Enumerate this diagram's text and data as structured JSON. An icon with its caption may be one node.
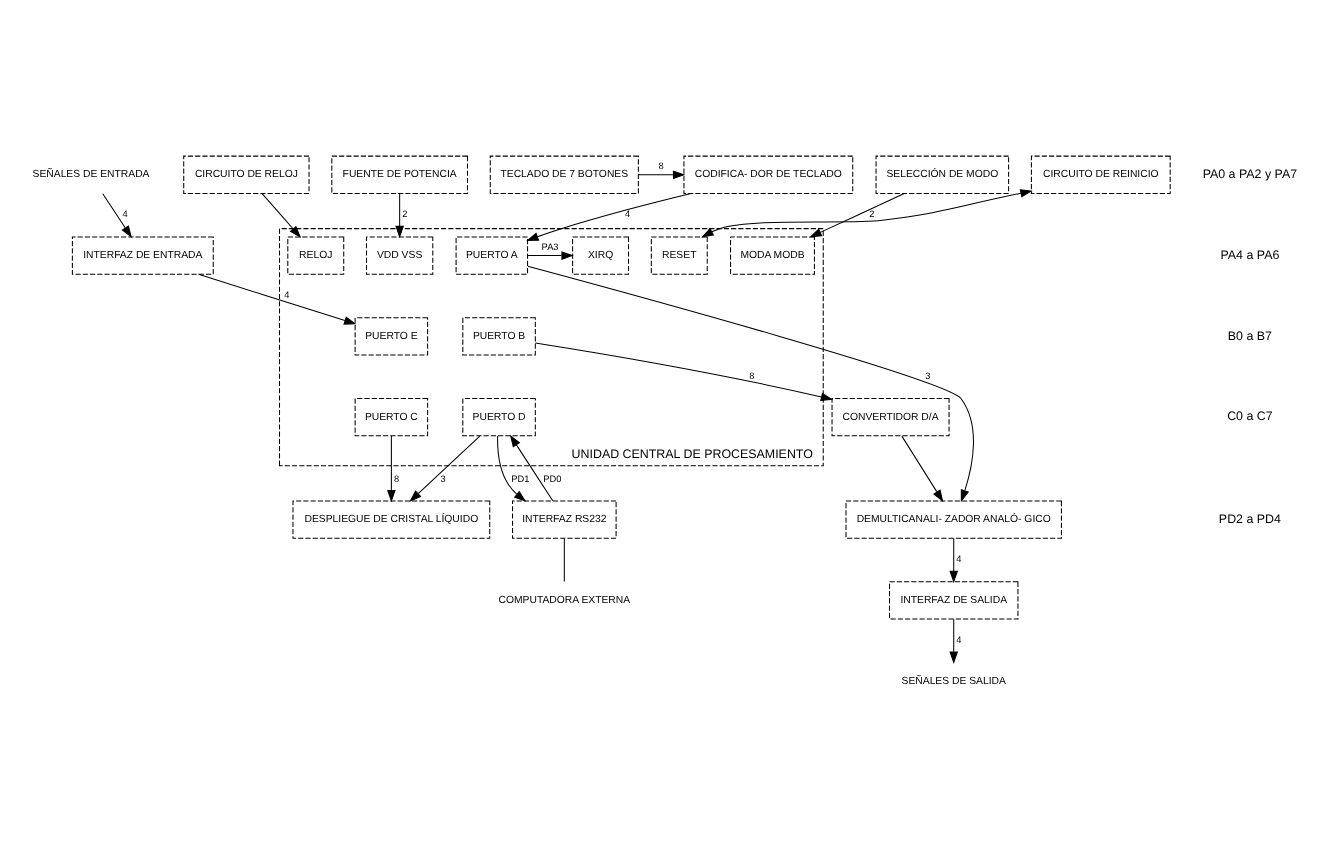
{
  "diagram": {
    "nodes": [
      {
        "text": [
          "FUENTE DE POTENCIA"
        ]
      },
      {
        "text": [
          "CIRCUITO DE REINICIO"
        ]
      },
      {
        "text": [
          "SELECCIÓN DE MODO"
        ]
      },
      {
        "text": [
          "CIRCUITO DE RELOJ"
        ]
      },
      {
        "text": [
          "CODIFICA- DOR DE TECLADO"
        ]
      },
      {
        "text": [
          "TECLADO DE 7 BOTONES"
        ]
      },
      {
        "text": [
          "INTERFAZ DE ENTRADA"
        ]
      },
      {
        "text": [
          "UNIDAD CENTRAL DE PROCESAMIENTO"
        ]
      },
      {
        "text": [
          "PUERTO E"
        ],
        "in": 7
      },
      {
        "text": [
          "VDD VSS"
        ],
        "in": 7
      },
      {
        "text": [
          "RESET"
        ],
        "in": 7
      },
      {
        "text": [
          "MODA MODB"
        ],
        "in": 7
      },
      {
        "text": [
          "RELOJ"
        ],
        "in": 7
      },
      {
        "text": [
          "XIRQ"
        ],
        "in": 7
      },
      {
        "text": [
          "PUERTO A"
        ],
        "in": 7
      },
      {
        "text": [
          "PUERTO B"
        ],
        "in": 7
      },
      {
        "text": [
          "PUERTO C"
        ],
        "in": 7
      },
      {
        "text": [
          "PUERTO D"
        ],
        "in": 7
      },
      {
        "text": [
          "CONVERTIDOR D/A"
        ]
      },
      {
        "text": [
          "DEMULTICANALI- ZADOR ANALÓ- GICO"
        ]
      },
      {
        "text": [
          "DESPLIEGUE DE CRISTAL LÍQUIDO"
        ]
      },
      {
        "text": [
          "INTERFAZ RS232"
        ]
      },
      {
        "text": [
          "INTERFAZ DE SALIDA"
        ]
      },
      {
        "text": [
          "SEÑALES DE ENTRADA"
        ]
      },
      {
        "text": [
          "COMPUTADORA EXTERNA"
        ]
      },
      {
        "text": [
          "SEÑALES DE SALIDA"
        ]
      }
    ],
    "edges": [
      {
        "from": 0,
        "to": 9,
        "arrow": "to",
        "label": "2"
      },
      {
        "from": 10,
        "to": 1,
        "arrow": "both"
      },
      {
        "from": 2,
        "to": 11,
        "arrow": "to",
        "label": "2"
      },
      {
        "from": 3,
        "to": 12,
        "arrow": "to"
      },
      {
        "from": 14,
        "to": 13,
        "arrow": "to",
        "label": "PA3"
      },
      {
        "from": 4,
        "to": 14,
        "arrow": "to",
        "label": "4"
      },
      {
        "from": 5,
        "to": 4,
        "arrow": "to",
        "label": "8"
      },
      {
        "from": 23,
        "to": 6,
        "arrow": "to",
        "label": "4"
      },
      {
        "from": 6,
        "to": 8,
        "arrow": "to",
        "label": "4"
      },
      {
        "from": 15,
        "to": 18,
        "arrow": "to",
        "label": "8"
      },
      {
        "from": 18,
        "to": 19,
        "arrow": "to"
      },
      {
        "from": 14,
        "to": 19,
        "arrow": "to",
        "label": "3"
      },
      {
        "from": 16,
        "to": 20,
        "arrow": "to",
        "label": "8"
      },
      {
        "from": 17,
        "to": 20,
        "arrow": "to",
        "label": "3"
      },
      {
        "from": 17,
        "to": 21,
        "arrow": "to",
        "label": "PD1"
      },
      {
        "from": 21,
        "to": 17,
        "arrow": "to",
        "label": "PD0"
      },
      {
        "from": 19,
        "to": 22,
        "arrow": "to",
        "label": "4"
      },
      {
        "from": 22,
        "to": 25,
        "arrow": "to",
        "label": "4"
      },
      {
        "from": 21,
        "to": 24,
        "arrow": "none"
      }
    ],
    "labels": [
      "PA0 a PA2 y PA7",
      "PA4 a PA6",
      "B0 a B7",
      "C0 a C7",
      "PD2 a PD4"
    ]
  }
}
